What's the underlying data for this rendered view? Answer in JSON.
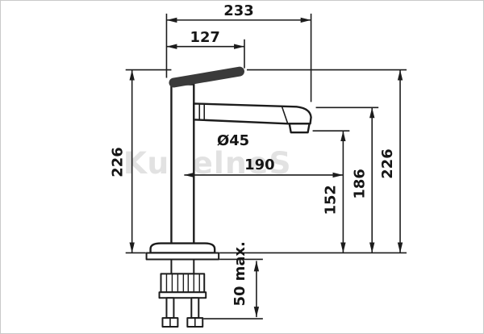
{
  "watermark": "KupelneS",
  "dims": {
    "total_width": "233",
    "handle_reach": "127",
    "height_left": "226",
    "outlet_diameter": "Ø45",
    "spout_reach": "190",
    "outlet_height": "152",
    "spout_top_height": "186",
    "total_height_right": "226",
    "max_mount_depth": "50 max."
  },
  "colors": {
    "line": "#1c1c1c",
    "watermark": "#dcdcdc",
    "background": "#ffffff",
    "border": "#c9c9c9"
  }
}
